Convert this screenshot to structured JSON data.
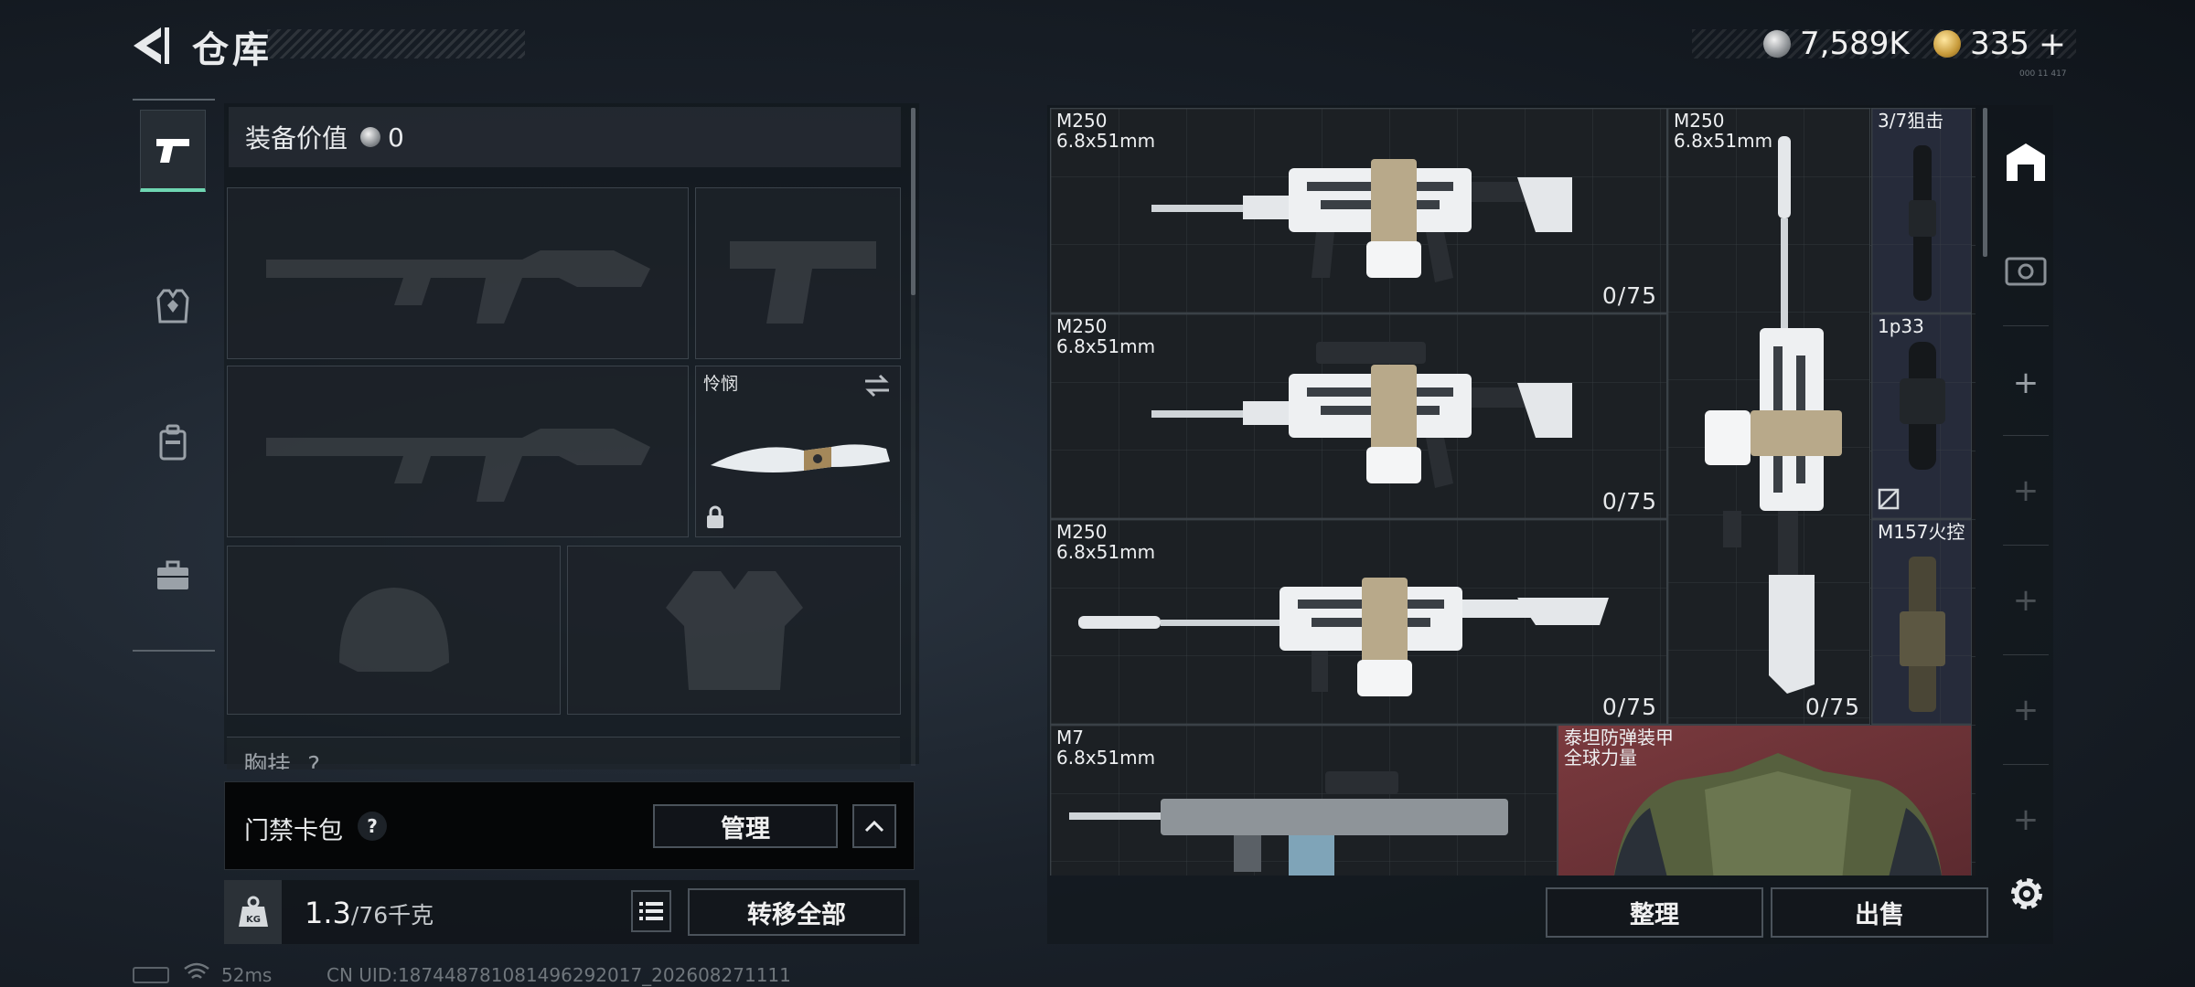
{
  "header": {
    "title": "仓库",
    "currency_silver": "7,589K",
    "currency_gold": "335",
    "gold_plus": "+",
    "tiny_tag": "000 11 417"
  },
  "equipment": {
    "value_label": "装备价值",
    "value": "0",
    "melee_name": "怜悯",
    "chest_label": "胸挂",
    "chest_hint": "?"
  },
  "keycard": {
    "label": "门禁卡包",
    "help": "?",
    "manage_label": "管理"
  },
  "weight": {
    "current": "1.3",
    "capacity": "/76千克",
    "kg_tag": "KG",
    "transfer_all_label": "转移全部"
  },
  "status_bar": {
    "ping": "52ms",
    "uid": "CN UID:18744878108149629201​7_202608271111"
  },
  "stash": {
    "items": [
      {
        "name": "M250",
        "caliber": "6.8x51mm",
        "ammo": "0/75"
      },
      {
        "name": "M250",
        "caliber": "6.8x51mm",
        "ammo": "0/75"
      },
      {
        "name": "M250",
        "caliber": "6.8x51mm",
        "ammo": "0/75"
      },
      {
        "name": "M250",
        "caliber": "6.8x51mm",
        "ammo": "0/75"
      },
      {
        "name": "M7",
        "caliber": "6.8x51mm"
      }
    ],
    "attachments": [
      {
        "name": "3/7狙击"
      },
      {
        "name": "1p33"
      },
      {
        "name": "M157火控"
      }
    ],
    "armor": {
      "name": "泰坦防弹装甲",
      "subtitle": "全球力量"
    },
    "sort_label": "整理",
    "sell_label": "出售"
  },
  "icons": {
    "back": "back-arrow-icon",
    "weapon_tab": "pistol-icon",
    "armor_tab": "armor-vest-icon",
    "backpack_tab": "backpack-icon",
    "case_tab": "briefcase-icon",
    "settings": "gear-icon"
  },
  "colors": {
    "accent": "#6fd6b2",
    "armor_bg": "#6e3438",
    "attachment_bg": "#262b3a"
  }
}
